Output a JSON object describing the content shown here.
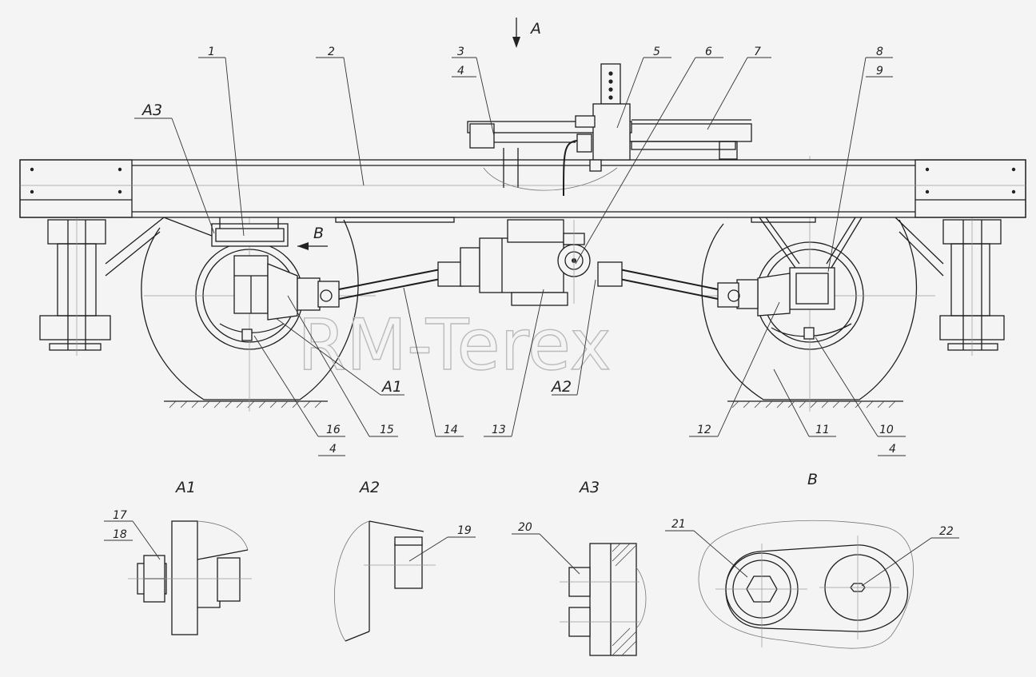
{
  "watermark": "RM-Terex",
  "view_arrows": {
    "top": "A",
    "side": "B"
  },
  "details": {
    "a1": "A1",
    "a2": "A2",
    "a3": "A3",
    "a1_callout": "A1",
    "a2_callout": "A2",
    "a3_callout": "A3",
    "b": "B"
  },
  "callouts": {
    "c1": "1",
    "c2": "2",
    "c3": "3",
    "c4a": "4",
    "c5": "5",
    "c6": "6",
    "c7": "7",
    "c8": "8",
    "c9": "9",
    "c10": "10",
    "c4c": "4",
    "c11": "11",
    "c12": "12",
    "c13": "13",
    "c14": "14",
    "c15": "15",
    "c16": "16",
    "c4b": "4",
    "c17": "17",
    "c18": "18",
    "c19": "19",
    "c20": "20",
    "c21": "21",
    "c22": "22"
  }
}
